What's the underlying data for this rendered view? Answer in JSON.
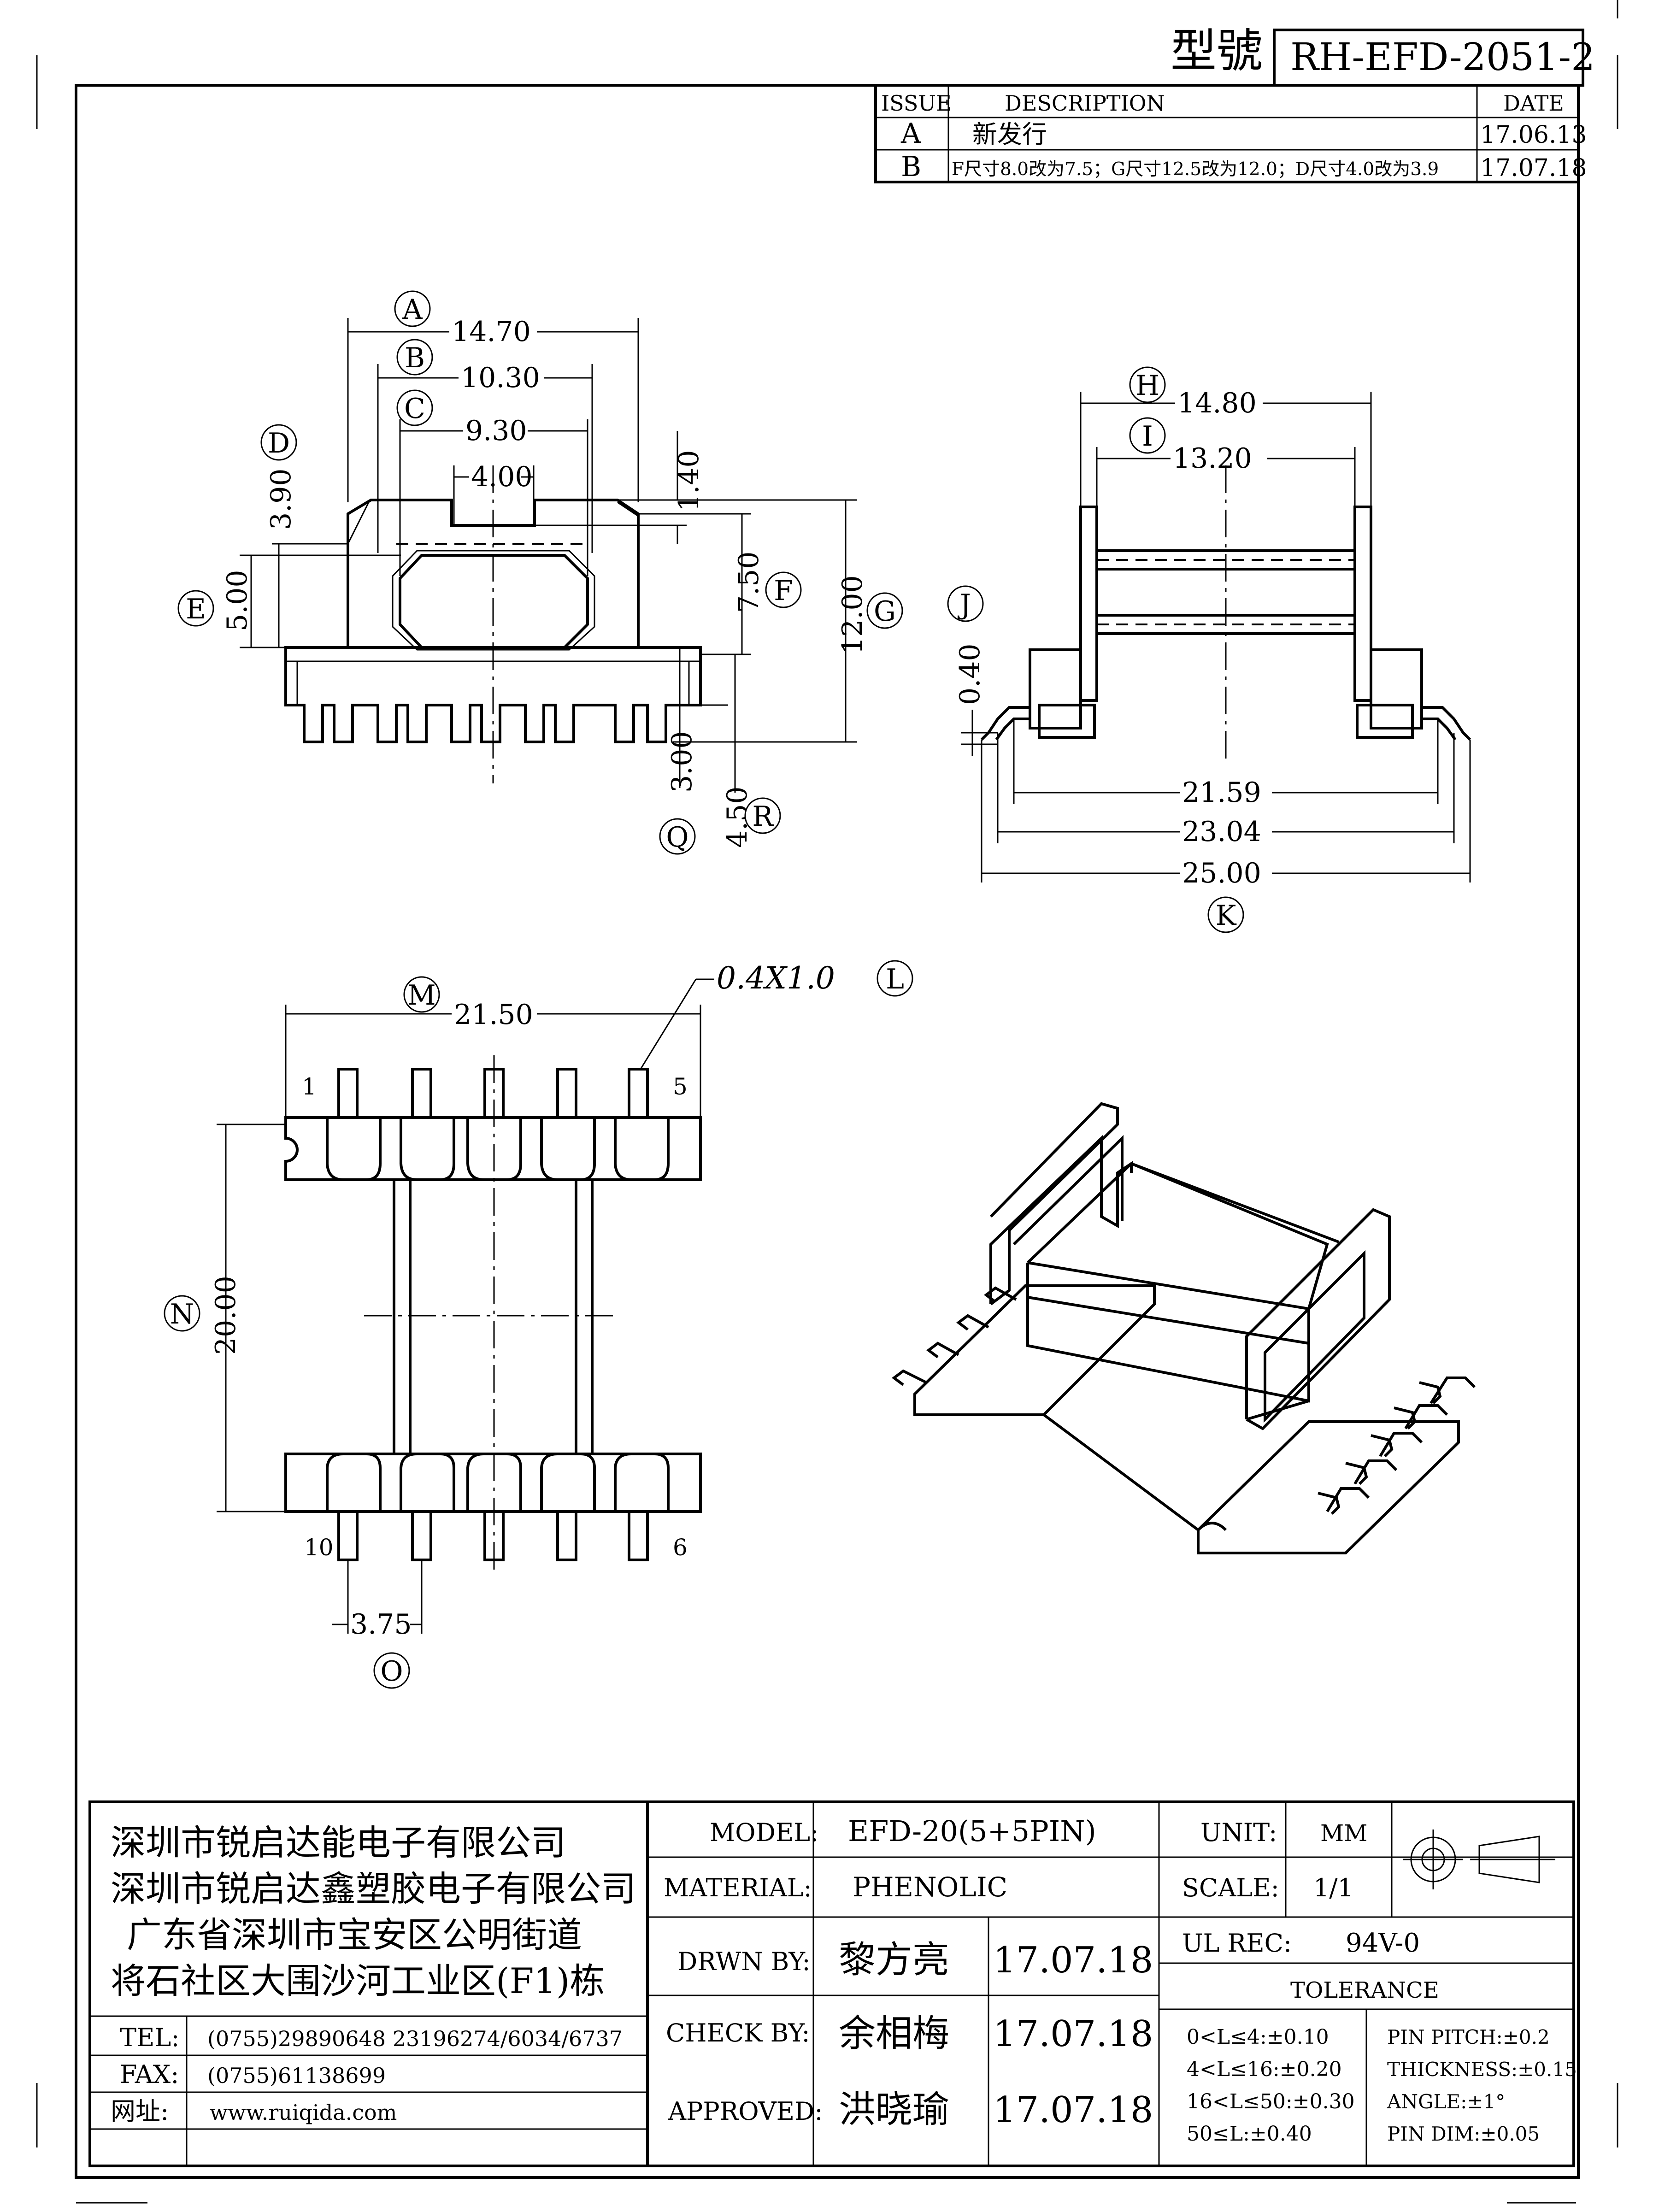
{
  "header": {
    "model_label": "型號",
    "model_code": "RH-EFD-2051-2"
  },
  "revision_table": {
    "columns": {
      "issue": "ISSUE",
      "description": "DESCRIPTION",
      "date": "DATE"
    },
    "rows": [
      {
        "issue": "A",
        "description": "新发行",
        "date": "17.06.13"
      },
      {
        "issue": "B",
        "description": "F尺寸8.0改为7.5；G尺寸12.5改为12.0；D尺寸4.0改为3.9",
        "date": "17.07.18"
      }
    ]
  },
  "front_view": {
    "dims": [
      {
        "balloon": "A",
        "value": "14.70"
      },
      {
        "balloon": "B",
        "value": "10.30"
      },
      {
        "balloon": "C",
        "value": "9.30"
      },
      {
        "balloon": "",
        "value": "4.00"
      },
      {
        "balloon": "D",
        "value": "3.90"
      },
      {
        "balloon": "",
        "value": "1.40"
      },
      {
        "balloon": "E",
        "value": "5.00"
      },
      {
        "balloon": "F",
        "value": "7.50"
      },
      {
        "balloon": "G",
        "value": "12.00"
      },
      {
        "balloon": "Q",
        "value": "3.00"
      },
      {
        "balloon": "R",
        "value": "4.50"
      }
    ]
  },
  "side_view": {
    "dims": [
      {
        "balloon": "H",
        "value": "14.80"
      },
      {
        "balloon": "I",
        "value": "13.20"
      },
      {
        "balloon": "J",
        "value": "0.40"
      },
      {
        "balloon": "",
        "value": "21.59"
      },
      {
        "balloon": "",
        "value": "23.04"
      },
      {
        "balloon": "K",
        "value": "25.00"
      }
    ]
  },
  "bottom_view": {
    "dims": [
      {
        "balloon": "L",
        "value": "0.4X1.0"
      },
      {
        "balloon": "M",
        "value": "21.50"
      },
      {
        "balloon": "N",
        "value": "20.00"
      },
      {
        "balloon": "O",
        "value": "3.75"
      }
    ],
    "pins": [
      "1",
      "5",
      "10",
      "6"
    ]
  },
  "title_block": {
    "company_lines": [
      "深圳市锐启达能电子有限公司",
      "深圳市锐启达鑫塑胶电子有限公司",
      "广东省深圳市宝安区公明街道",
      "将石社区大围沙河工业区(F1)栋"
    ],
    "contacts": [
      {
        "label": "TEL:",
        "value": "(0755)29890648  23196274/6034/6737"
      },
      {
        "label": "FAX:",
        "value": "(0755)61138699"
      },
      {
        "label": "网址:",
        "value": "www.ruiqida.com"
      }
    ],
    "model_label": "MODEL:",
    "model_value": "EFD-20(5+5PIN)",
    "material_label": "MATERIAL:",
    "material_value": "PHENOLIC",
    "unit_label": "UNIT:",
    "unit_value": "MM",
    "scale_label": "SCALE:",
    "scale_value": "1/1",
    "ul_label": "UL REC:",
    "ul_value": "94V-0",
    "tolerance_label": "TOLERANCE",
    "drawn_label": "DRWN BY:",
    "drawn_name": "黎方亮",
    "drawn_date": "17.07.18",
    "check_label": "CHECK BY:",
    "check_name": "余相梅",
    "check_date": "17.07.18",
    "approved_label": "APPROVED:",
    "approved_name": "洪晓瑜",
    "approved_date": "17.07.18",
    "tolerances_left": [
      "0<L≤4:±0.10",
      "4<L≤16:±0.20",
      "16<L≤50:±0.30",
      "50≤L:±0.40"
    ],
    "tolerances_right": [
      "PIN PITCH:±0.2",
      "THICKNESS:±0.15",
      "ANGLE:±1°",
      "PIN DIM:±0.05"
    ]
  }
}
